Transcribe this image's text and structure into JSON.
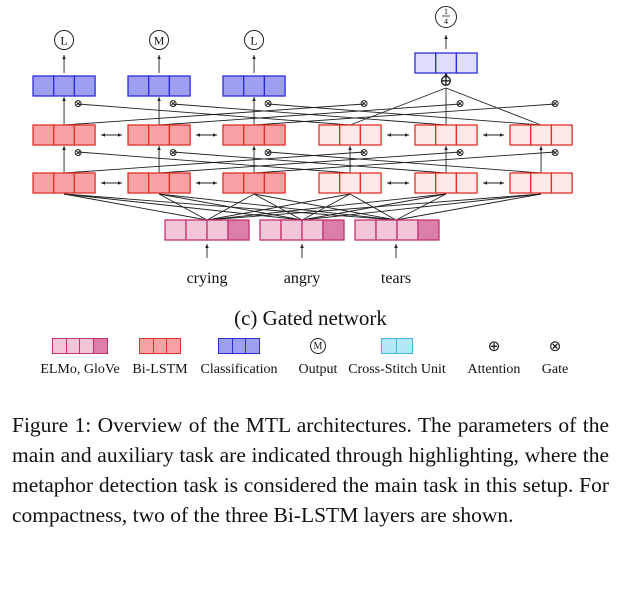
{
  "words": [
    "crying",
    "angry",
    "tears"
  ],
  "task_outputs": [
    "L",
    "M",
    "L"
  ],
  "attention_output": "1/4",
  "subfigure_caption": "(c) Gated network",
  "legend": [
    {
      "label": "ELMo, GloVe",
      "icon": "embedding-cells"
    },
    {
      "label": "Bi-LSTM",
      "icon": "bilstm-cells"
    },
    {
      "label": "Classification",
      "icon": "classification-cells"
    },
    {
      "label": "Output",
      "icon": "output-circle",
      "symbol": "M"
    },
    {
      "label": "Cross-Stitch Unit",
      "icon": "cross-stitch-cells"
    },
    {
      "label": "Attention",
      "icon": "oplus-icon",
      "symbol": "⊕"
    },
    {
      "label": "Gate",
      "icon": "otimes-icon",
      "symbol": "⊗"
    }
  ],
  "figure_caption": "Figure 1: Overview of the MTL architectures. The parameters of the main and auxiliary task are indicated through highlighting, where the metaphor detection task is considered the main task in this setup. For compactness, two of the three Bi-LSTM layers are shown.",
  "colors": {
    "embedding_fill": "#f2c6d9",
    "embedding_dark": "#db7fa8",
    "embedding_border": "#c2336f",
    "bilstm_main_fill": "#f7a3a3",
    "bilstm_border": "#e0302a",
    "bilstm_aux_fill": "#fde8e8",
    "class_main_fill": "#9f9ff2",
    "class_aux_fill": "#dedefc",
    "class_border": "#2c2cd8",
    "cross_stitch_fill": "#b3e8f7",
    "cross_stitch_border": "#44b8de"
  }
}
